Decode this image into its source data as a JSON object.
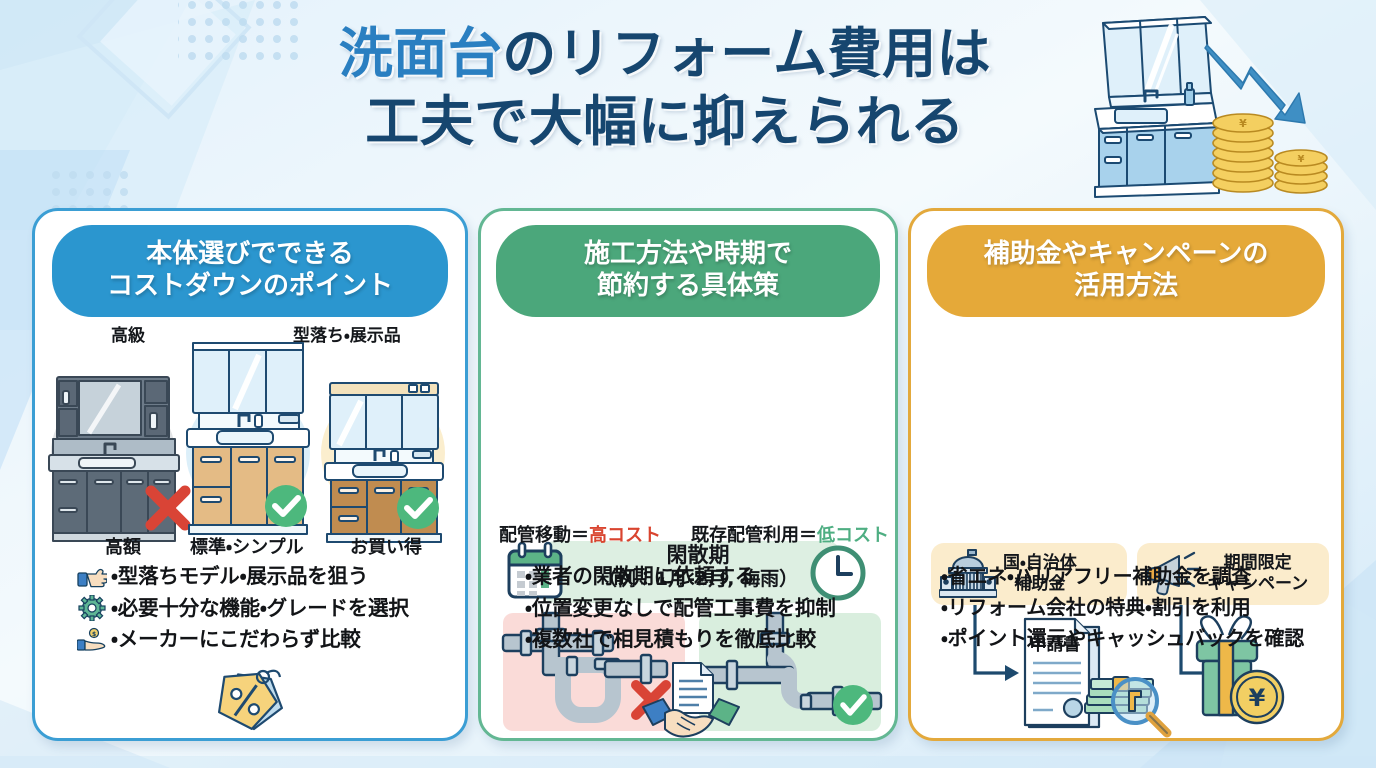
{
  "header": {
    "title_accent": "洗面台",
    "title_rest_line1": "のリフォーム費用は",
    "title_line2": "工夫で大幅に抑えられる",
    "hero_icon": "vanity-with-down-arrow-and-coins"
  },
  "colors": {
    "card1_accent": "#2b96cf",
    "card2_accent": "#4ba77b",
    "card3_accent": "#e5a939",
    "title_dark": "#16466f",
    "title_light": "#2a7fc1",
    "high_cost": "#d9442f",
    "low_cost": "#4eae82",
    "background": "#eef7fc"
  },
  "cards": [
    {
      "id": "card-body-selection",
      "heading_line1": "本体選びでできる",
      "heading_line2": "コストダウンのポイント",
      "vanities": [
        {
          "top_label": "高級",
          "bottom_label": "高額",
          "mark": "cross",
          "icon": "vanity-premium-dark"
        },
        {
          "top_label": "",
          "bottom_label": "標準・シンプル",
          "mark": "check",
          "icon": "vanity-standard-wood"
        },
        {
          "top_label": "型落ち・展示品",
          "bottom_label": "お買い得",
          "mark": "check",
          "icon": "vanity-outlet-wood"
        }
      ],
      "bullets": [
        {
          "icon": "pointing-hand-icon",
          "text": "・型落ちモデル・展示品を狙う"
        },
        {
          "icon": "gear-icon",
          "text": "・必要十分な機能・グレードを選択"
        },
        {
          "icon": "hand-with-coin-icon",
          "text": "・メーカーにこだわらず比較"
        }
      ],
      "footer_icon": "price-tag-discount-icon"
    },
    {
      "id": "card-method-timing",
      "heading_line1": "施工方法や時期で",
      "heading_line2": "節約する具体策",
      "season_line1": "閑散期",
      "season_line2": "（例：1月-2月, 梅雨）",
      "season_left_icon": "calendar-icon",
      "season_right_icon": "clock-icon",
      "pipes": [
        {
          "label_main": "配管移動＝",
          "label_cost": "高コスト",
          "cost_type": "high",
          "mark": "cross",
          "icon": "pipes-rerouted"
        },
        {
          "label_main": "既存配管利用＝",
          "label_cost": "低コスト",
          "cost_type": "low",
          "mark": "check",
          "icon": "pipes-existing"
        }
      ],
      "bullets": [
        {
          "icon": "",
          "text": "・業者の閑散期に依頼する"
        },
        {
          "icon": "",
          "text": "・位置変更なしで配管工事費を抑制"
        },
        {
          "icon": "",
          "text": "・複数社で相見積もりを徹底比較"
        }
      ],
      "footer_icon": "handshake-with-document-icon"
    },
    {
      "id": "card-subsidy-campaign",
      "heading_line1": "補助金やキャンペーンの",
      "heading_line2": "活用方法",
      "badges": [
        {
          "icon": "government-building-icon",
          "line1": "国・自治体",
          "line2": "補助金",
          "target_icon": "application-form-icon",
          "target_label": "申請書"
        },
        {
          "icon": "megaphone-icon",
          "line1": "期間限定",
          "line2": "キャンペーン",
          "target_icon": "gift-box-with-yen-coin-icon",
          "target_label": ""
        }
      ],
      "bullets": [
        {
          "icon": "",
          "text": "・省エネ・バリアフリー補助金を調査"
        },
        {
          "icon": "",
          "text": "・リフォーム会社の特典・割引を利用"
        },
        {
          "icon": "",
          "text": "・ポイント還元やキャッシュバックを確認"
        }
      ],
      "footer_icon": "cash-with-magnifier-icon"
    }
  ]
}
